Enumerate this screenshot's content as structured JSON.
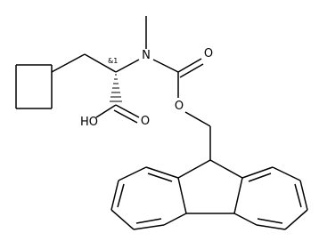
{
  "structure": {
    "atoms": {
      "nitrogen": "N",
      "carbonyl_oxygen": "O",
      "ester_oxygen": "O",
      "acid_hydroxyl": "HO",
      "acid_oxygen": "O"
    },
    "stereo_annotation": "&1"
  },
  "colors": {
    "bonds": "#000000",
    "background": "#ffffff"
  }
}
